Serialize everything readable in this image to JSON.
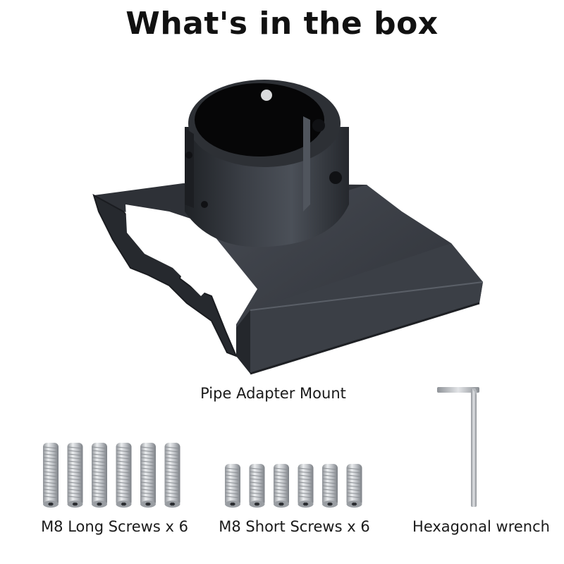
{
  "title": "What's in the box",
  "items": {
    "mount": {
      "label": "Pipe Adapter Mount",
      "icon": "pipe-adapter-mount-image"
    },
    "long_screws": {
      "label": "M8 Long Screws x 6",
      "count": 6,
      "icon": "long-screw-icon"
    },
    "short_screws": {
      "label": "M8 Short Screws x 6",
      "count": 6,
      "icon": "short-screw-icon"
    },
    "wrench": {
      "label": "Hexagonal wrench",
      "icon": "hex-wrench-icon"
    }
  },
  "colors": {
    "mount_dark": "#2a2d33",
    "mount_mid": "#3d4148",
    "mount_light": "#565b63",
    "steel": "#c9ccd0"
  }
}
